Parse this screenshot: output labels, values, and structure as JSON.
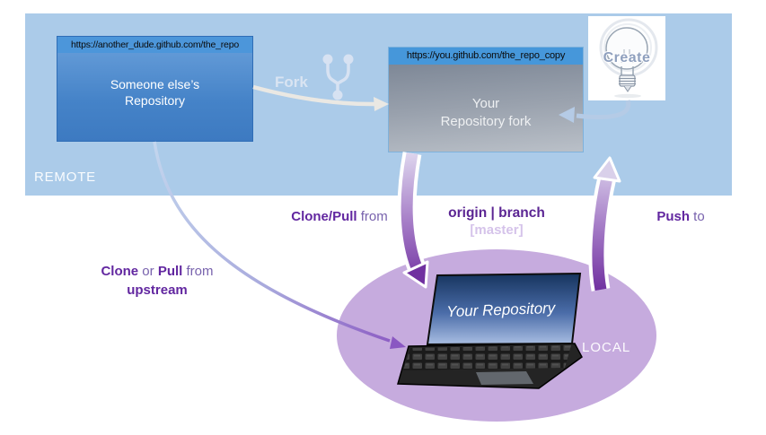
{
  "diagram": {
    "remote": {
      "label": "REMOTE"
    },
    "local": {
      "label": "LOCAL"
    },
    "upstream_repo": {
      "url": "https://another_dude.github.com/the_repo",
      "name_line1": "Someone else’s",
      "name_line2": "Repository"
    },
    "fork_repo": {
      "url": "https://you.github.com/the_repo_copy",
      "name_line1": "Your",
      "name_line2": "Repository fork"
    },
    "laptop": {
      "screen_label": "Your Repository"
    },
    "create_bulb": {
      "label": "Create"
    },
    "arrows": {
      "fork": {
        "label": "Fork"
      },
      "clone_pull": {
        "bold": "Clone/Pull",
        "suffix": " from"
      },
      "origin_branch": {
        "line1": "origin | branch",
        "line2": "[master]"
      },
      "push": {
        "bold": "Push",
        "suffix": " to"
      },
      "clone_upstream": {
        "bold1": "Clone",
        "mid1": " or ",
        "bold2": "Pull",
        "mid2": " from",
        "line2_bold": "upstream"
      }
    },
    "colors": {
      "remote_bg": "#abcbe9",
      "local_bg": "#c6abde",
      "purple_dark": "#7030a0",
      "purple_light": "#d9d0ea",
      "label_purple": "#6227a0",
      "repo_blue": "#4583c8",
      "fork_arrow_light": "#eae8e3"
    }
  }
}
